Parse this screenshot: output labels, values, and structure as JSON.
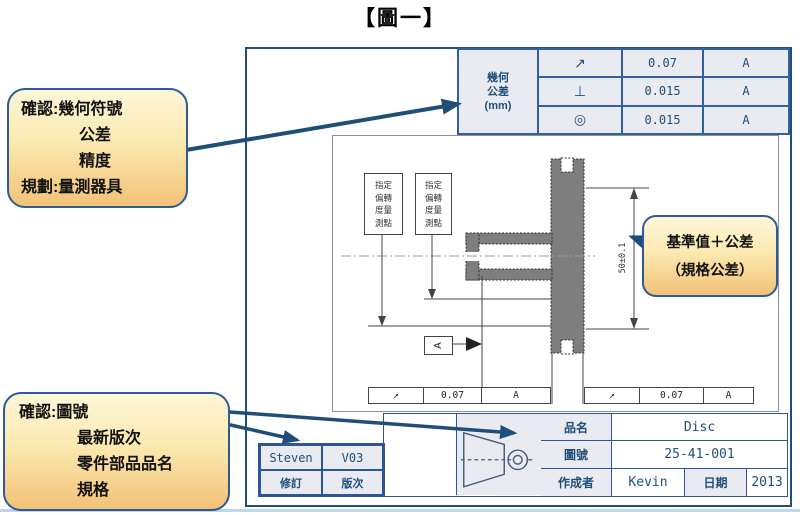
{
  "title": "【圖一】",
  "colors": {
    "frame": "#1F4E79",
    "table_border": "#31609E",
    "cell_fill": "#E9EBF0",
    "callout_border": "#2E5B97",
    "callout_gradient_top": "#FDF6D8",
    "callout_gradient_bottom": "#F2C277",
    "drawing_gray": "#7E7E7E",
    "bottom_rule": "#BDD7EE",
    "text_blue": "#1F4E79"
  },
  "callout_geo": {
    "line1": "確認:幾何符號",
    "line2": "公差",
    "line3": "精度",
    "line4": "規劃:量測器具"
  },
  "callout_basis": {
    "line1": "基準值＋公差",
    "line2": "（規格公差）"
  },
  "callout_confirm": {
    "line1": "確認:圖號",
    "line2": "最新版次",
    "line3": "零件部品品名",
    "line4": "規格"
  },
  "tolerance_table": {
    "header_line1": "幾何",
    "header_line2": "公差",
    "header_line3": "(mm)",
    "rows": [
      {
        "symbol": "↗",
        "value": "0.07",
        "datum": "A"
      },
      {
        "symbol": "⊥",
        "value": "0.015",
        "datum": "A"
      },
      {
        "symbol": "◎",
        "value": "0.015",
        "datum": "A"
      }
    ]
  },
  "drawing": {
    "note_line1": "指定",
    "note_line2": "偏轉",
    "note_line3": "度量",
    "note_line4": "測點",
    "dimension": "50±0.1",
    "datum": "A",
    "fcf_left": {
      "symbol": "↗",
      "value": "0.07",
      "datum": "A"
    },
    "fcf_right": {
      "symbol": "↗",
      "value": "0.07",
      "datum": "A"
    }
  },
  "revision_table": {
    "name": "Steven",
    "version": "V03",
    "name_label": "修訂",
    "version_label": "版次"
  },
  "title_block": {
    "row1_label": "品名",
    "row1_value": "Disc",
    "row2_label": "圖號",
    "row2_value": "25-41-001",
    "row3_label": "作成者",
    "row3_value": "Kevin",
    "row3_label2": "日期",
    "row3_value2": "2013"
  }
}
